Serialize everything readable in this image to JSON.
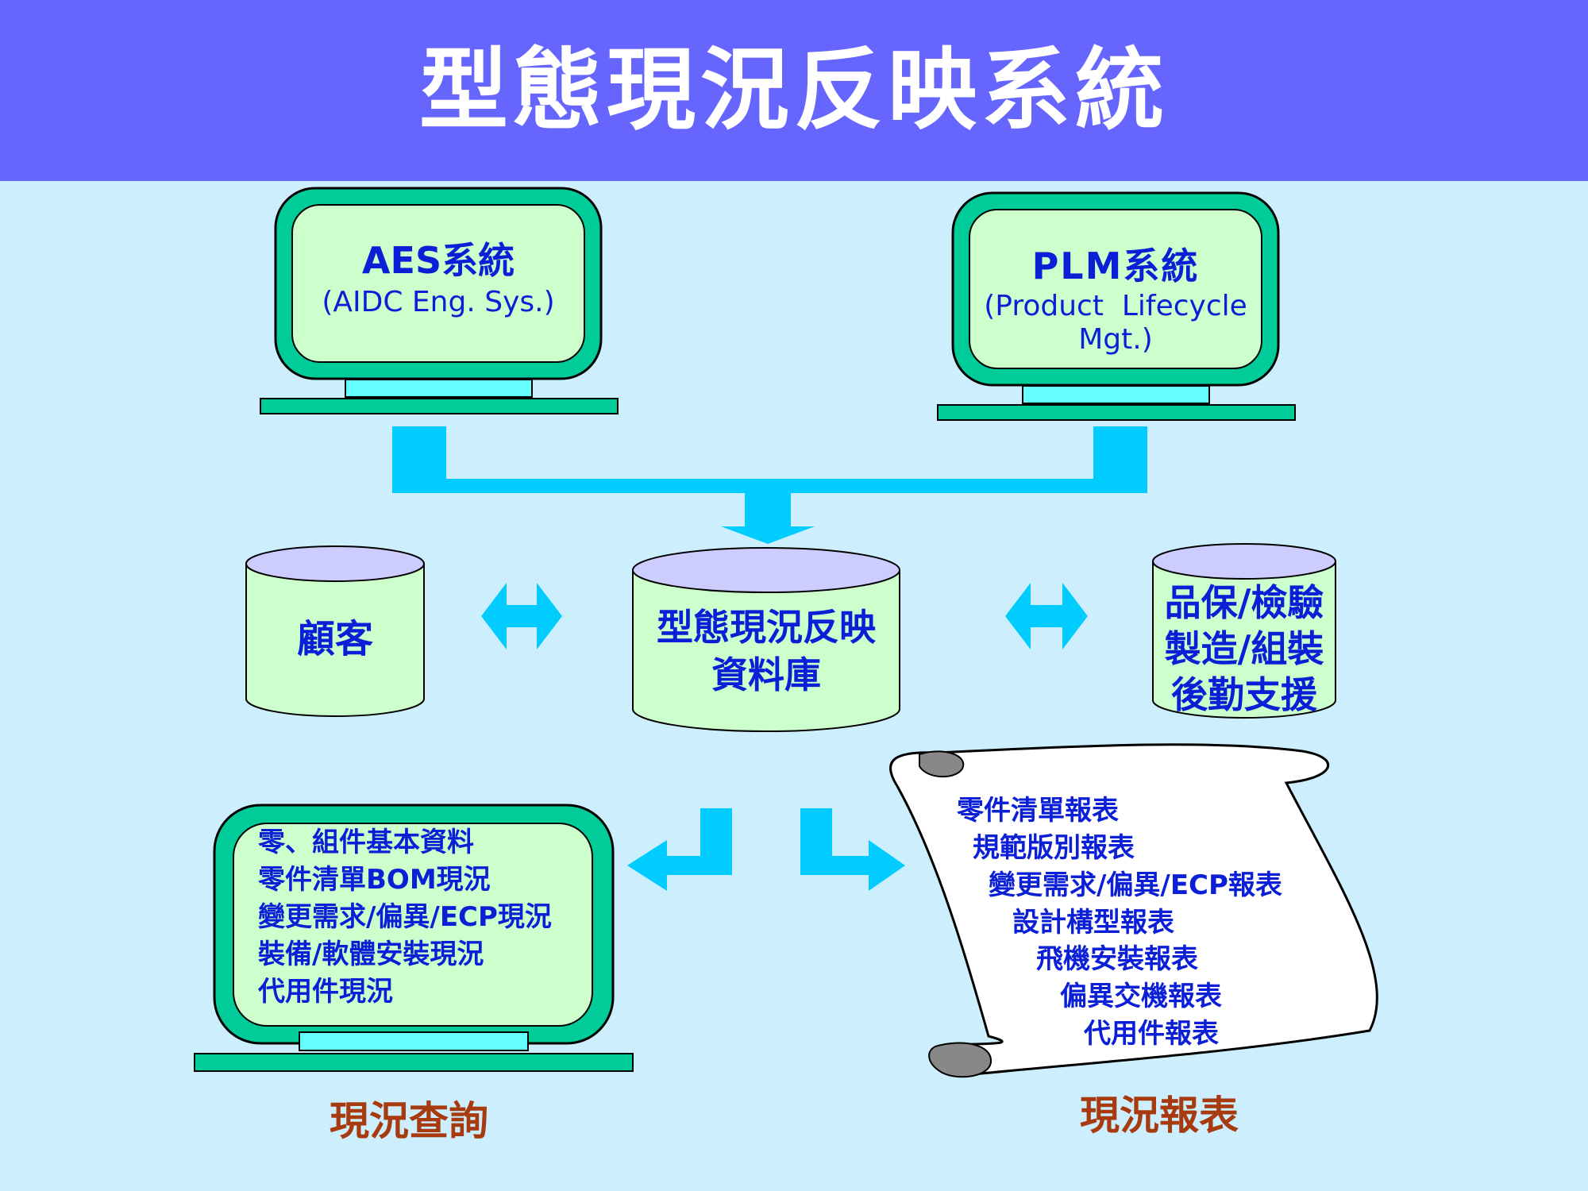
{
  "header": {
    "title": "型態現況反映系統"
  },
  "aes": {
    "name": "AES系統",
    "sub": "(AIDC Eng. Sys.)"
  },
  "plm": {
    "name": "PLM系統",
    "sub_line1": "(Product  Lifecycle",
    "sub_line2": "Mgt.)"
  },
  "databases": {
    "customer": "顧客",
    "central_line1": "型態現況反映",
    "central_line2": "資料庫",
    "ops_line1": "品保/檢驗",
    "ops_line2": "製造/組裝",
    "ops_line3": "後勤支援"
  },
  "query_screen": {
    "items": [
      "零、組件基本資料",
      "零件清單BOM現況",
      "變更需求/偏異/ECP現況",
      "裝備/軟體安裝現況",
      "代用件現況"
    ],
    "caption": "現況查詢"
  },
  "report_scroll": {
    "items": [
      "零件清單報表",
      "規範版別報表",
      "變更需求/偏異/ECP報表",
      "設計構型報表",
      "飛機安裝報表",
      "偏異交機報表",
      "代用件報表"
    ],
    "caption": "現況報表"
  },
  "colors": {
    "banner": "#6666ff",
    "background": "#cdeefc",
    "monitor_frame": "#00cc99",
    "screen": "#ccffcc",
    "connector": "#00ccff",
    "text": "#0a1fd6",
    "caption": "#a83a0f"
  }
}
